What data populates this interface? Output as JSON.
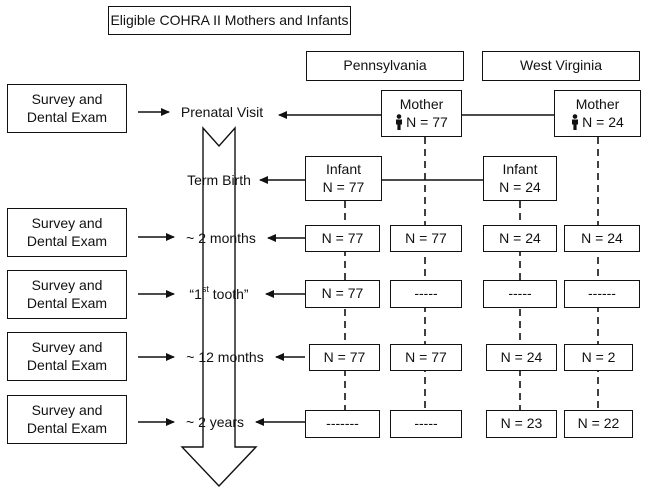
{
  "title": "Eligible COHRA II Mothers and Infants",
  "states": {
    "pa": "Pennsylvania",
    "wv": "West Virginia"
  },
  "icon": "person-icon",
  "exam_boxes": [
    {
      "line1": "Survey and",
      "line2": "Dental Exam"
    },
    {
      "line1": "Survey and",
      "line2": "Dental Exam"
    },
    {
      "line1": "Survey and",
      "line2": "Dental Exam"
    },
    {
      "line1": "Survey and",
      "line2": "Dental Exam"
    },
    {
      "line1": "Survey and",
      "line2": "Dental Exam"
    }
  ],
  "timepoints": {
    "prenatal": "Prenatal Visit",
    "term_birth": "Term Birth",
    "two_months": "~ 2 months",
    "first_tooth_pre": "“1",
    "first_tooth_sup": "st",
    "first_tooth_post": " tooth”",
    "twelve_months": "~ 12 months",
    "two_years": "~ 2 years"
  },
  "mothers": {
    "pa": {
      "label": "Mother",
      "n": "N = 77"
    },
    "wv": {
      "label": "Mother",
      "n": "N = 24"
    }
  },
  "infants": {
    "pa": {
      "label": "Infant",
      "n": "N = 77"
    },
    "wv": {
      "label": "Infant",
      "n": "N = 24"
    }
  },
  "rows": {
    "two_months": [
      "N = 77",
      "N = 77",
      "N = 24",
      "N = 24"
    ],
    "first_tooth": [
      "N = 77",
      "-----",
      "-----",
      "------"
    ],
    "twelve_months": [
      "N = 77",
      "N = 77",
      "N = 24",
      "N = 2"
    ],
    "two_years": [
      "-------",
      "-----",
      "N = 23",
      "N = 22"
    ]
  }
}
